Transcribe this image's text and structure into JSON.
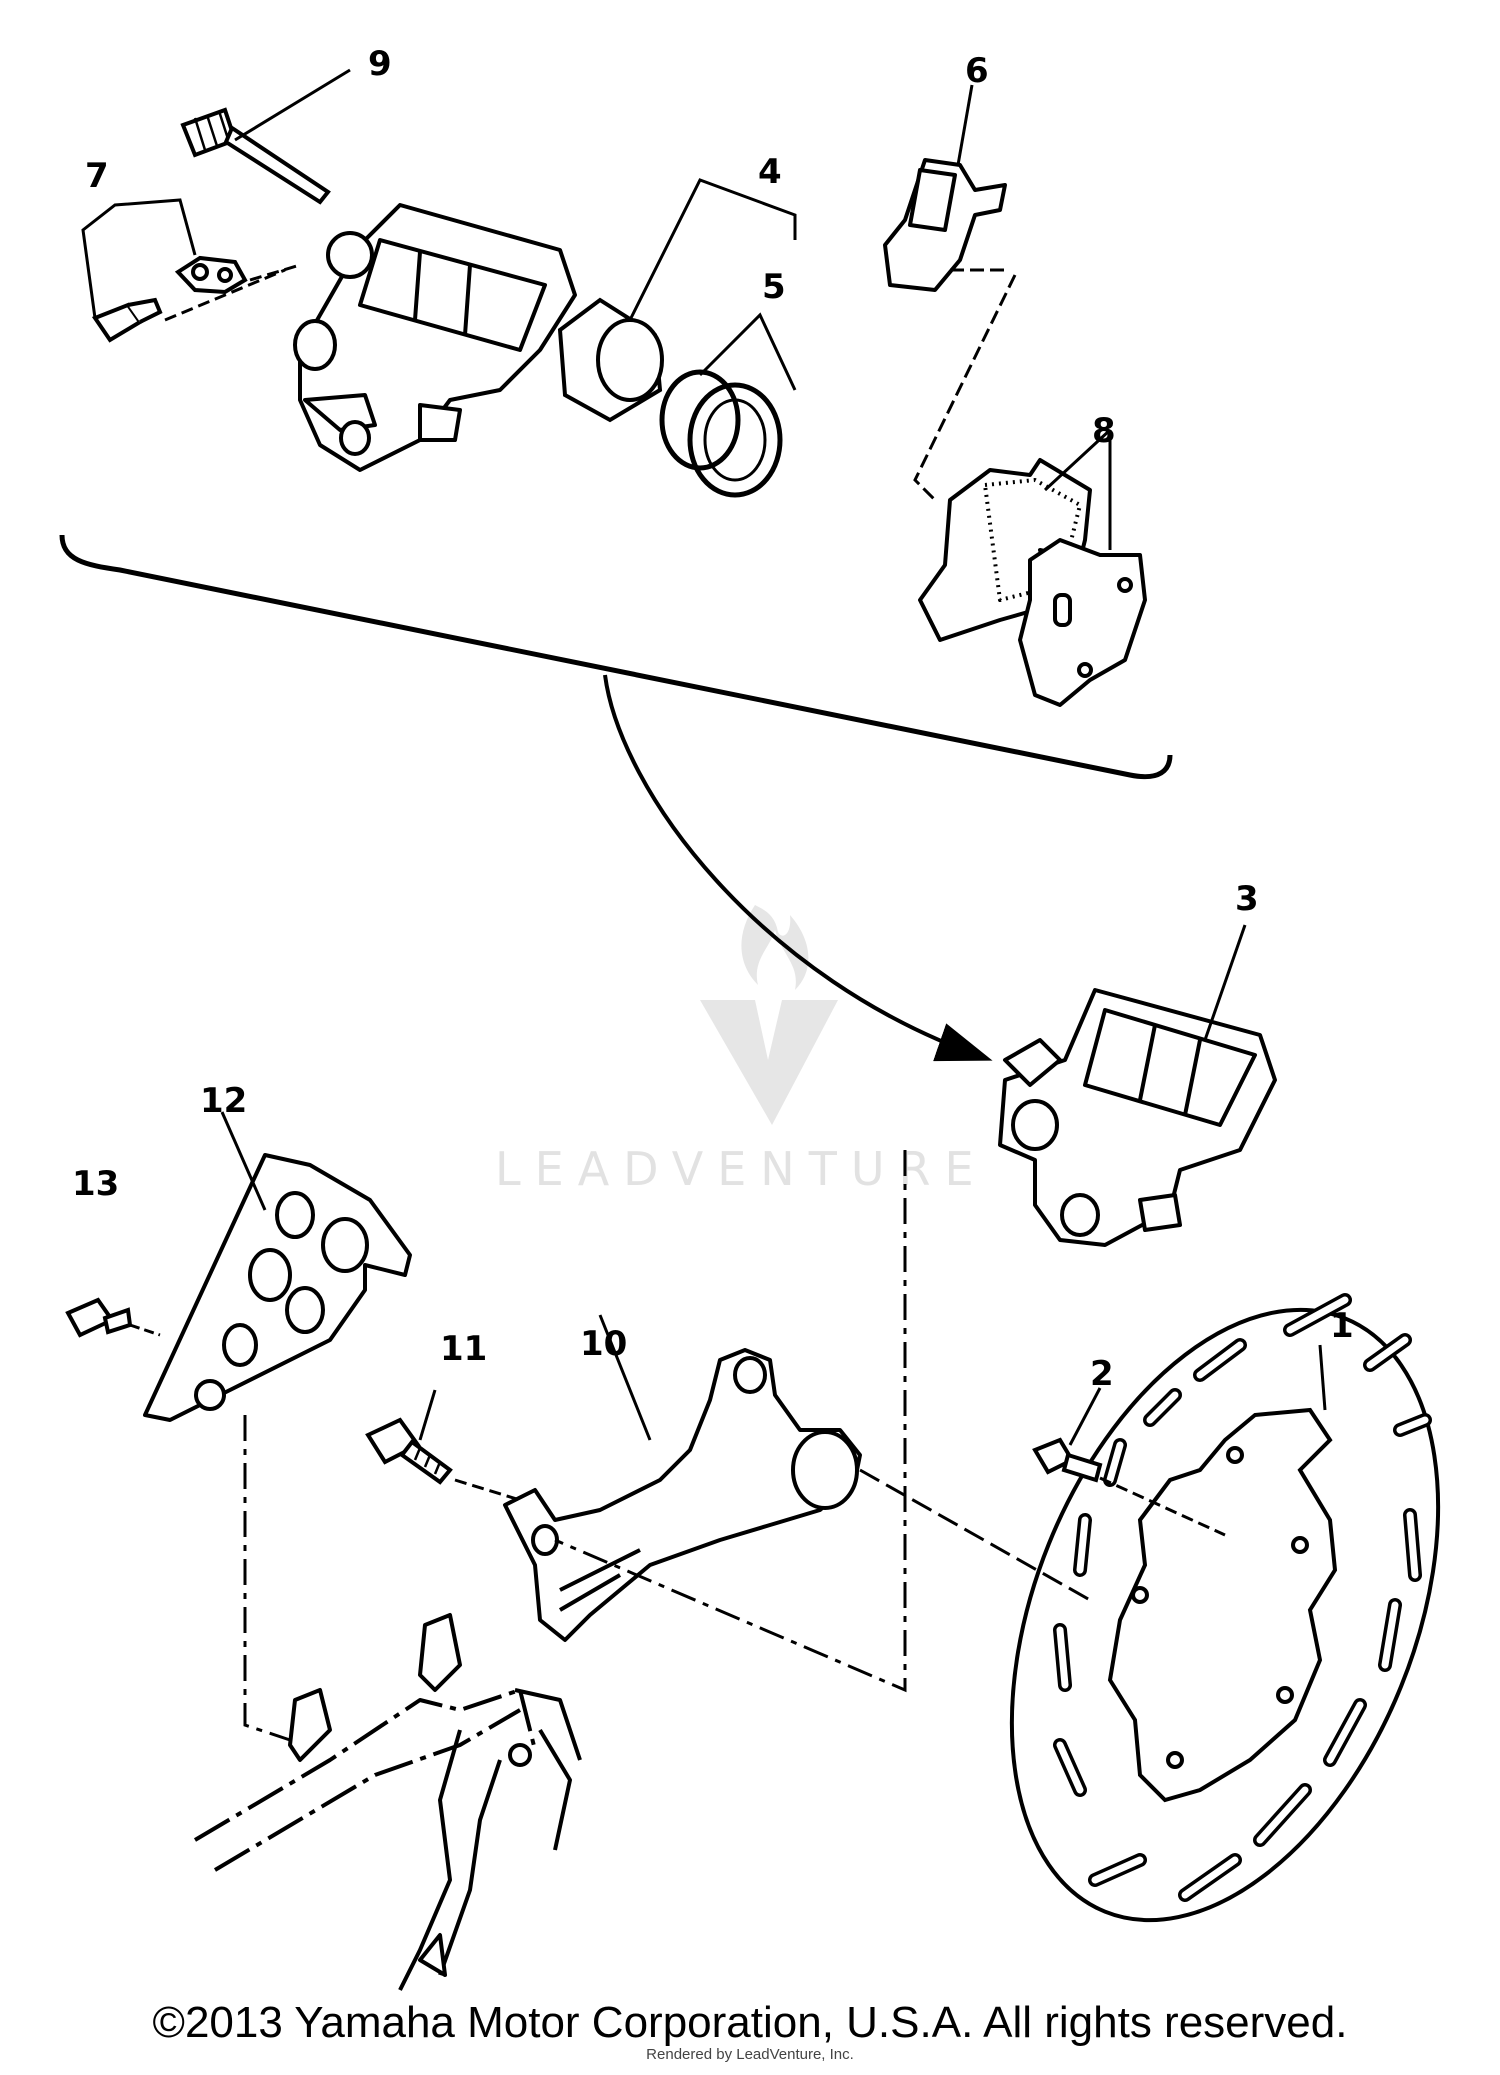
{
  "diagram": {
    "callouts": [
      "1",
      "2",
      "3",
      "4",
      "5",
      "6",
      "7",
      "8",
      "9",
      "10",
      "11",
      "12",
      "13"
    ],
    "watermark": "LEADVENTURE"
  },
  "footer": {
    "copyright": "©2013 Yamaha Motor Corporation, U.S.A. All rights reserved.",
    "credit": "Rendered by LeadVenture, Inc."
  }
}
